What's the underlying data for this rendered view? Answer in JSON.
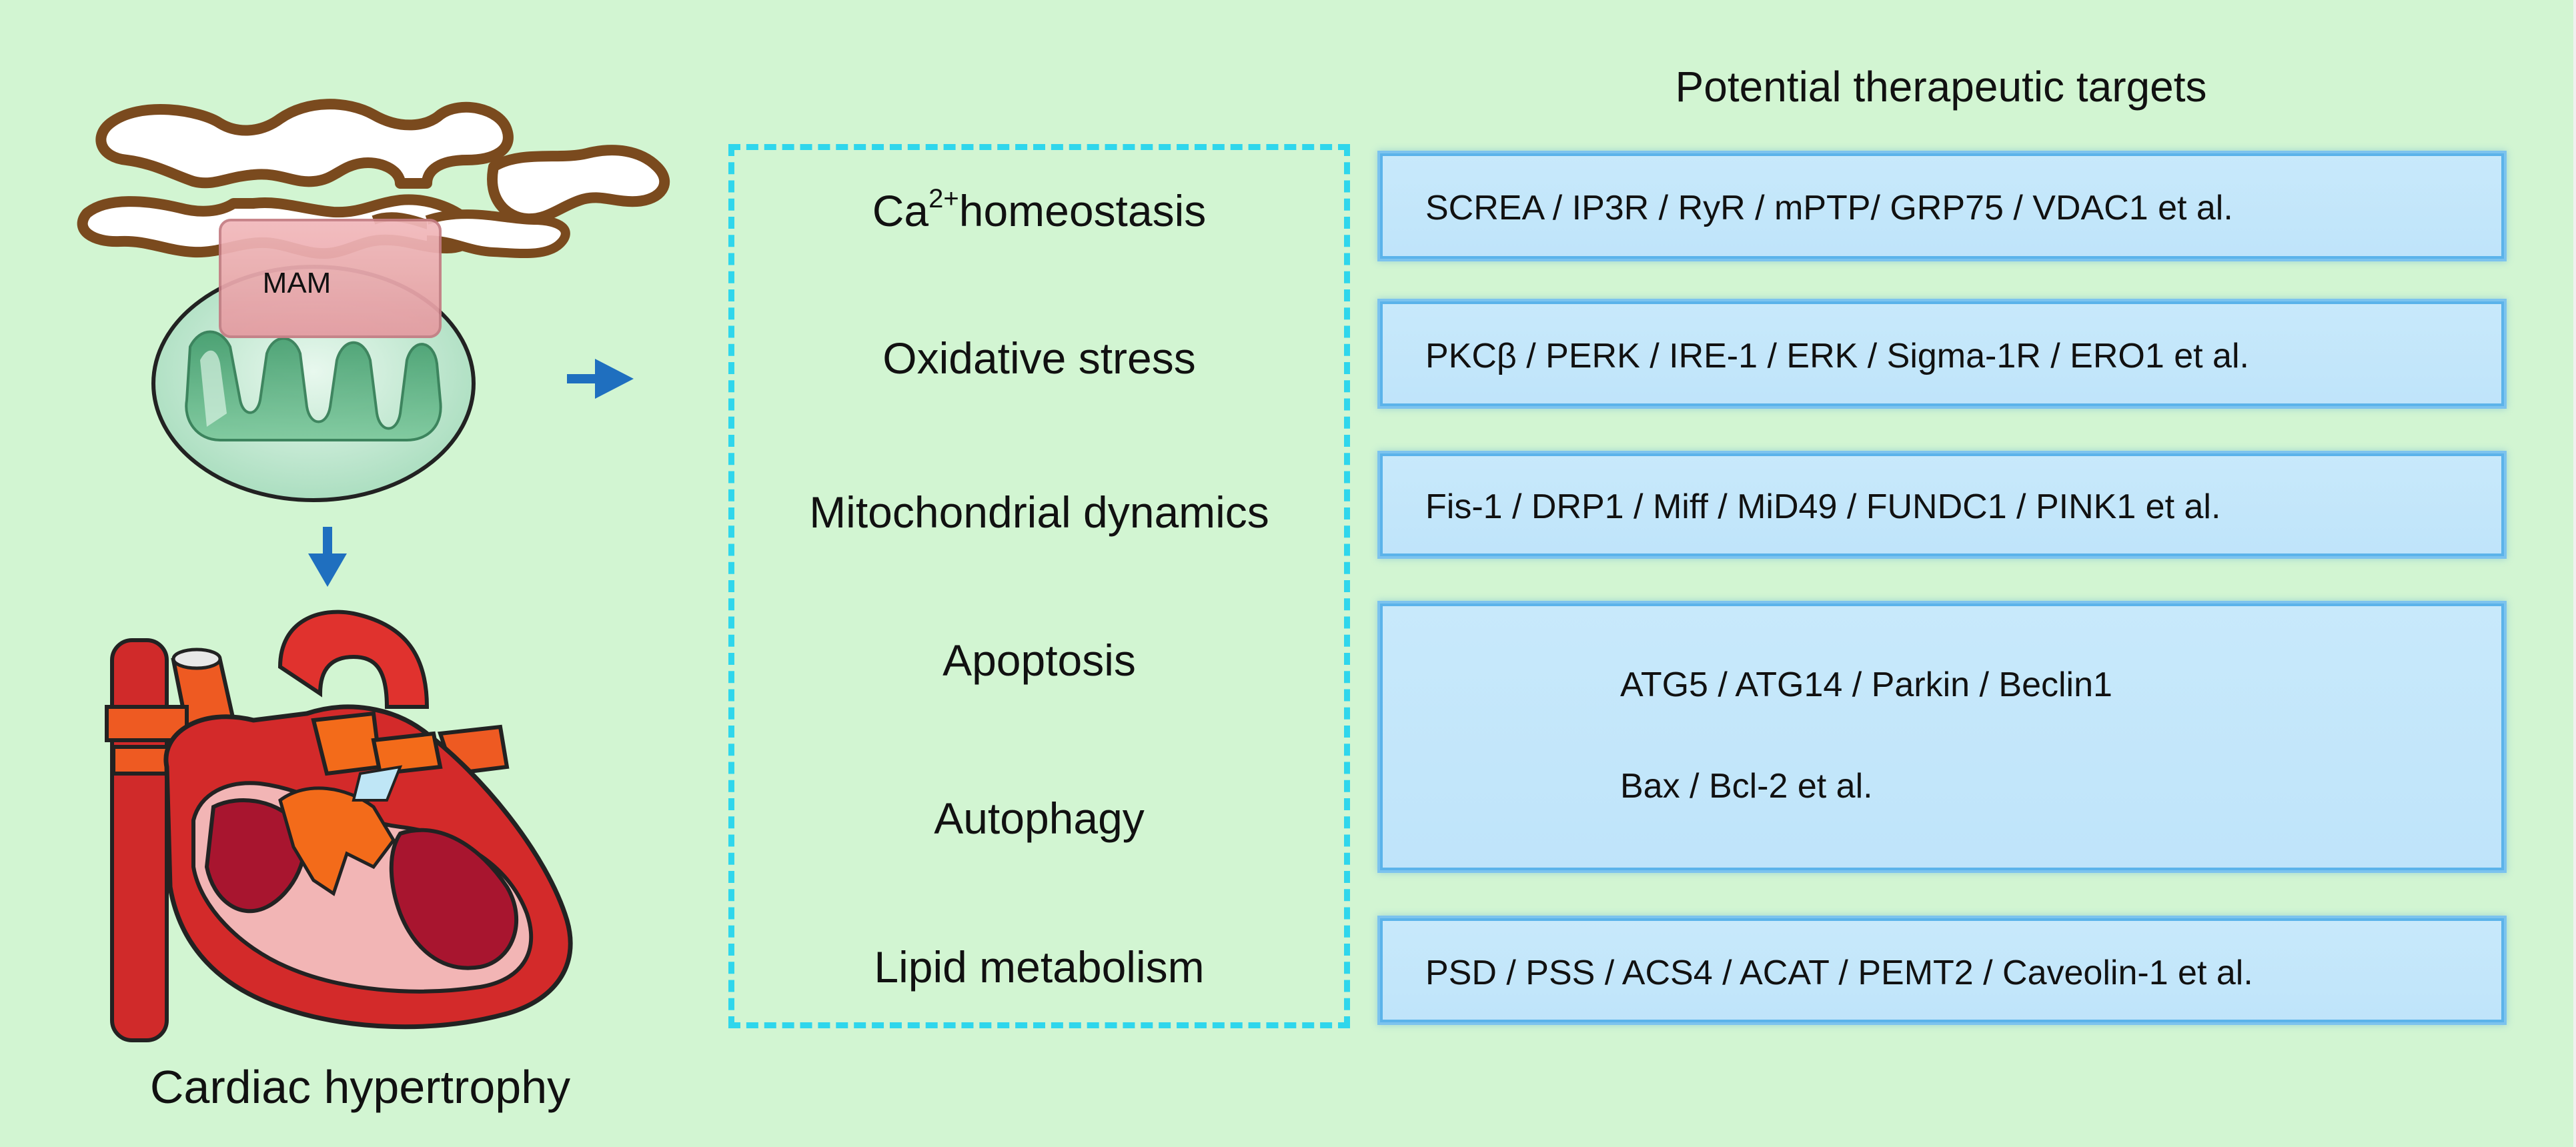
{
  "header": {
    "title": "Potential therapeutic targets"
  },
  "illustration": {
    "mam_label": "MAM",
    "footer_label": "Cardiac hypertrophy",
    "colors": {
      "background": "#d2f5d2",
      "er_outline": "#7a4a1e",
      "mam": "#e8a4a8",
      "mitochondrion": "#bfe8cf",
      "arrow": "#1f6fbf",
      "dashed_border": "#2fd6ec",
      "target_fill": "#c8e9fb",
      "target_border": "#5bb3ea"
    }
  },
  "categories": [
    {
      "prefix": "Ca",
      "sup": "2+",
      "suffix": "homeostasis"
    },
    {
      "label": "Oxidative stress"
    },
    {
      "label": "Mitochondrial dynamics"
    },
    {
      "label": "Apoptosis"
    },
    {
      "label": "Autophagy"
    },
    {
      "label": "Lipid metabolism"
    }
  ],
  "targets": [
    {
      "lines": [
        "SCREA / IP3R / RyR / mPTP/ GRP75 / VDAC1 et al."
      ]
    },
    {
      "lines": [
        "PKCβ / PERK / IRE-1 / ERK / Sigma-1R / ERO1 et al."
      ]
    },
    {
      "lines": [
        "Fis-1 / DRP1 / Miff / MiD49 / FUNDC1 / PINK1 et al."
      ]
    },
    {
      "lines": [
        "ATG5 / ATG14 / Parkin / Beclin1",
        "Bax / Bcl-2 et al."
      ]
    },
    {
      "lines": [
        "PSD / PSS / ACS4 / ACAT / PEMT2 / Caveolin-1 et al."
      ]
    }
  ]
}
